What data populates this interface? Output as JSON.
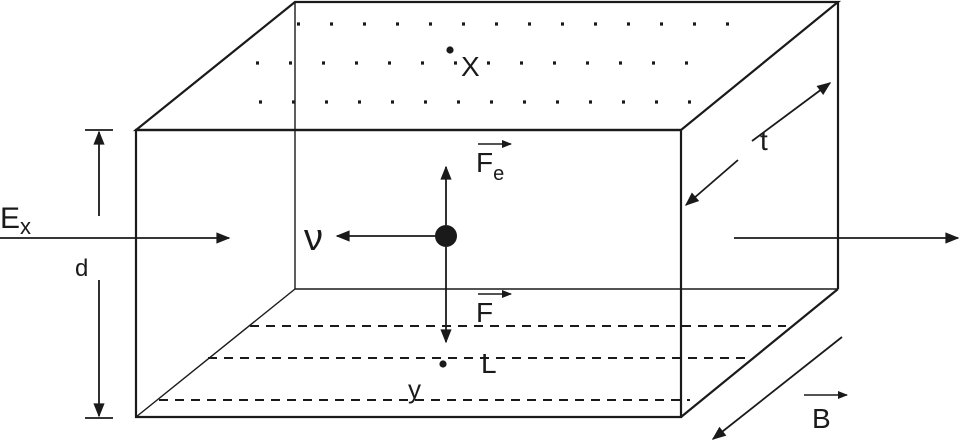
{
  "labels": {
    "electric_field": "E",
    "electric_field_sub": "x",
    "thickness": "t",
    "height": "d",
    "velocity": "ν",
    "electric_force": "F",
    "electric_force_sub": "e",
    "magnetic_force": "F",
    "magnetic_field": "B",
    "top_point": "X",
    "bottom_point": "L",
    "bottom_face": "y"
  },
  "colors": {
    "ink": "#1a1a1a",
    "background": "#ffffff"
  }
}
